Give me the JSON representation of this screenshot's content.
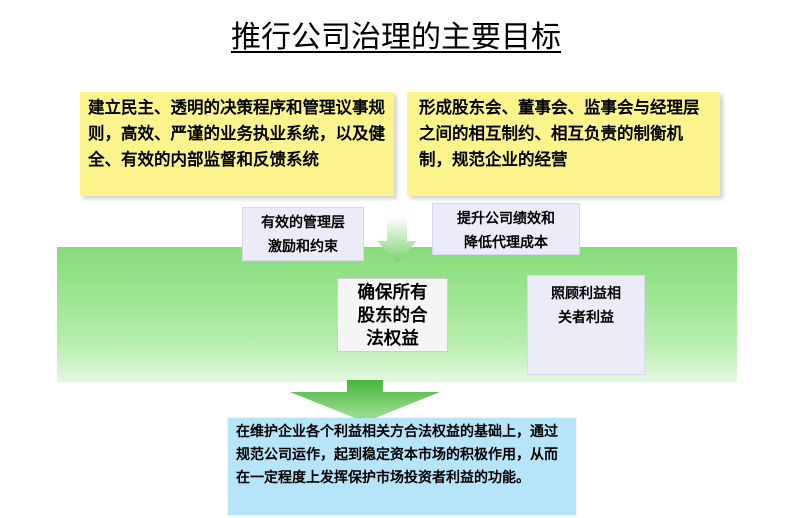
{
  "title": "推行公司治理的主要目标",
  "goal_democracy": "建立民主、透明的决策程序和管理议事规则，高效、严谨的业务执业系统，以及健全、有效的内部监督和反馈系统",
  "goal_checks": "形成股东会、董事会、监事会与经理层之间的相互制约、相互负责的制衡机制，规范企业的经营",
  "incentive": [
    "有效的管理层",
    "激励和约束"
  ],
  "cost": [
    "提升公司绩效和",
    "降低代理成本"
  ],
  "core": [
    "确保所有",
    "股东的合",
    "法权益"
  ],
  "stakeholders": [
    "照顾利益相",
    "关者利益"
  ],
  "outcome": "在维护企业各个利益相关方合法权益的基础上，通过规范公司运作，起到稳定资本市场的积极作用，从而在一定程度上发挥保护市场投资者利益的功能。",
  "colors": {
    "yellow_box": "#fbf48c",
    "green_band": "#9fe693",
    "arrow_green": "#46b53a",
    "bottom_box": "#b6e4f9",
    "lavender_box": "#ecebf8"
  }
}
